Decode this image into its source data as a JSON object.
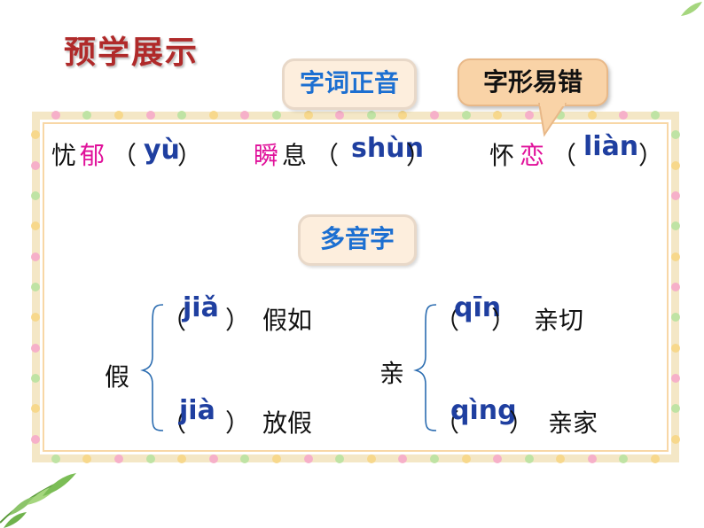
{
  "title": "预学展示",
  "sections": {
    "zici_zhengyin": "字词正音",
    "zixing_yicuo": "字形易错",
    "duoyinzi": "多音字"
  },
  "row1": [
    {
      "char1": "忧",
      "char2": "郁",
      "pinyin": "yù"
    },
    {
      "char1": "瞬",
      "char2": "息",
      "pinyin": "shùn"
    },
    {
      "char1": "怀",
      "char2": "恋",
      "pinyin": "liàn"
    }
  ],
  "polyphonic": [
    {
      "char": "假",
      "readings": [
        {
          "pinyin": "jiǎ",
          "word": "假如"
        },
        {
          "pinyin": "jià",
          "word": "放假"
        }
      ]
    },
    {
      "char": "亲",
      "readings": [
        {
          "pinyin": "qīn",
          "word": "亲切"
        },
        {
          "pinyin": "qìng",
          "word": "亲家"
        }
      ]
    }
  ],
  "paren_open": "（",
  "paren_close": "）",
  "colors": {
    "title": "#b02a2a",
    "section_text": "#1c6fd1",
    "highlight": "#e0109a",
    "pinyin": "#1f3fa0"
  }
}
